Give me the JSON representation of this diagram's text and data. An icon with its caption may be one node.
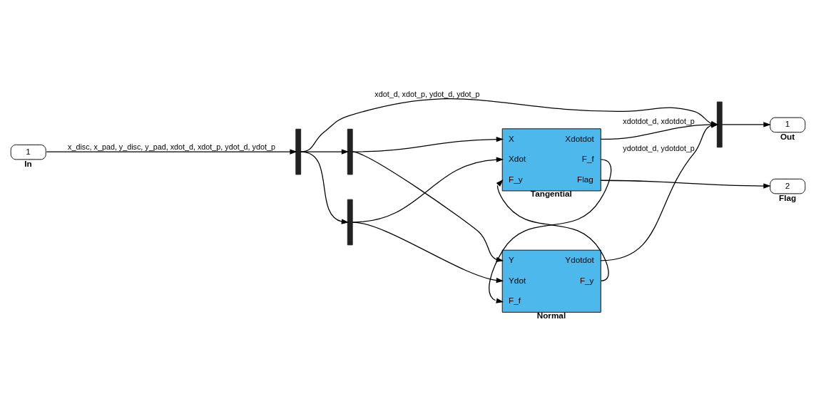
{
  "diagram": {
    "nodes": [
      {
        "text": [
          "1"
        ],
        "beside": [
          "In"
        ]
      },
      {
        "text": [],
        "shape": "bar"
      },
      {
        "text": [],
        "shape": "bar"
      },
      {
        "text": [],
        "shape": "bar"
      },
      {
        "text": [
          "X",
          "Xdot",
          "F_y",
          "Xdotdot",
          "F_f",
          "Flag"
        ],
        "beside": [
          "Tangential"
        ]
      },
      {
        "text": [
          "Y",
          "Ydot",
          "F_f",
          "Ydotdot",
          "F_y"
        ],
        "beside": [
          "Normal"
        ]
      },
      {
        "text": [],
        "shape": "bar"
      },
      {
        "text": [
          "1"
        ],
        "beside": [
          "Out"
        ]
      },
      {
        "text": [
          "2"
        ],
        "beside": [
          "Flag"
        ]
      }
    ],
    "edges": [
      {
        "from": 0,
        "to": 1,
        "arrow": "to",
        "label": "x_disc, x_pad, y_disc, y_pad, xdot_d, xdot_p, ydot_d, ydot_p"
      },
      {
        "from": 1,
        "to": 2,
        "arrow": "to"
      },
      {
        "from": 1,
        "to": 3,
        "arrow": "to"
      },
      {
        "from": 1,
        "to": 6,
        "arrow": "to",
        "label": "xdot_d, xdot_p, ydot_d, ydot_p"
      },
      {
        "from": 2,
        "to": 4,
        "arrow": "to"
      },
      {
        "from": 2,
        "to": 5,
        "arrow": "to"
      },
      {
        "from": 3,
        "to": 4,
        "arrow": "to"
      },
      {
        "from": 3,
        "to": 5,
        "arrow": "to"
      },
      {
        "from": 4,
        "to": 6,
        "arrow": "to",
        "label": "xdotdot_d, xdotdot_p"
      },
      {
        "from": 4,
        "to": 5,
        "arrow": "to"
      },
      {
        "from": 4,
        "to": 8,
        "arrow": "to"
      },
      {
        "from": 5,
        "to": 6,
        "arrow": "to",
        "label": "ydotdot_d, ydotdot_p"
      },
      {
        "from": 5,
        "to": 4,
        "arrow": "to"
      },
      {
        "from": 6,
        "to": 7,
        "arrow": "to"
      }
    ]
  }
}
